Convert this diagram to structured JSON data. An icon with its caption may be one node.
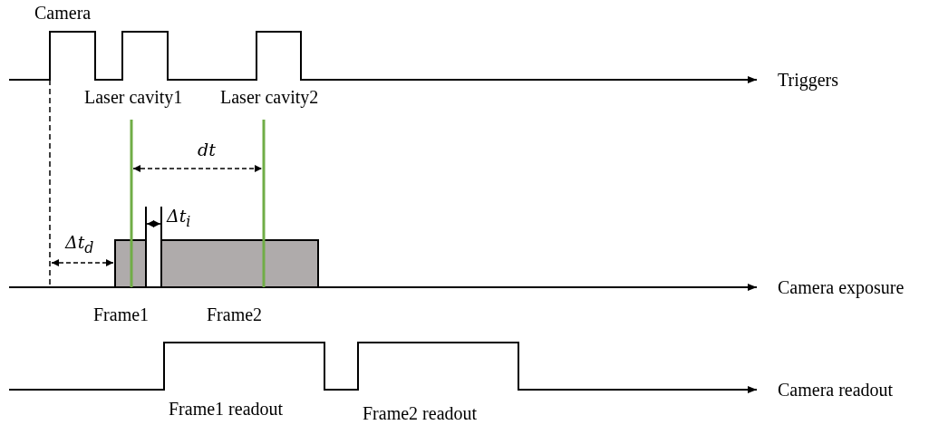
{
  "diagram": {
    "labels": [
      "Camera",
      "Triggers",
      "Laser cavity1",
      "Laser cavity2",
      "dt",
      "Δt$_{i}$",
      "Δt$_{d}$",
      "Camera exposure",
      "Frame1",
      "Frame2",
      "Camera readout",
      "Frame1 readout",
      "Frame2 readout"
    ]
  }
}
